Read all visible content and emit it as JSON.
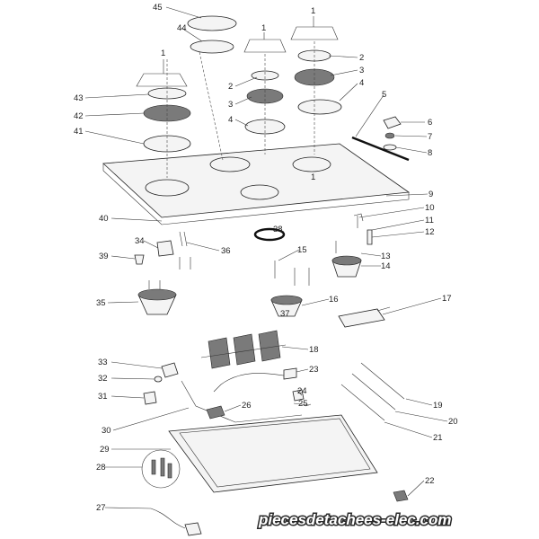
{
  "diagram": {
    "labels": [
      "1",
      "1",
      "1",
      "1",
      "2",
      "2",
      "3",
      "3",
      "4",
      "4",
      "5",
      "6",
      "7",
      "8",
      "9",
      "10",
      "11",
      "12",
      "13",
      "14",
      "15",
      "16",
      "17",
      "18",
      "19",
      "20",
      "21",
      "22",
      "23",
      "24",
      "25",
      "26",
      "27",
      "28",
      "29",
      "30",
      "31",
      "32",
      "33",
      "34",
      "35",
      "36",
      "37",
      "38",
      "39",
      "40",
      "41",
      "42",
      "43",
      "44",
      "45"
    ]
  },
  "watermark": {
    "text": "piecesdetachees-elec.com"
  }
}
